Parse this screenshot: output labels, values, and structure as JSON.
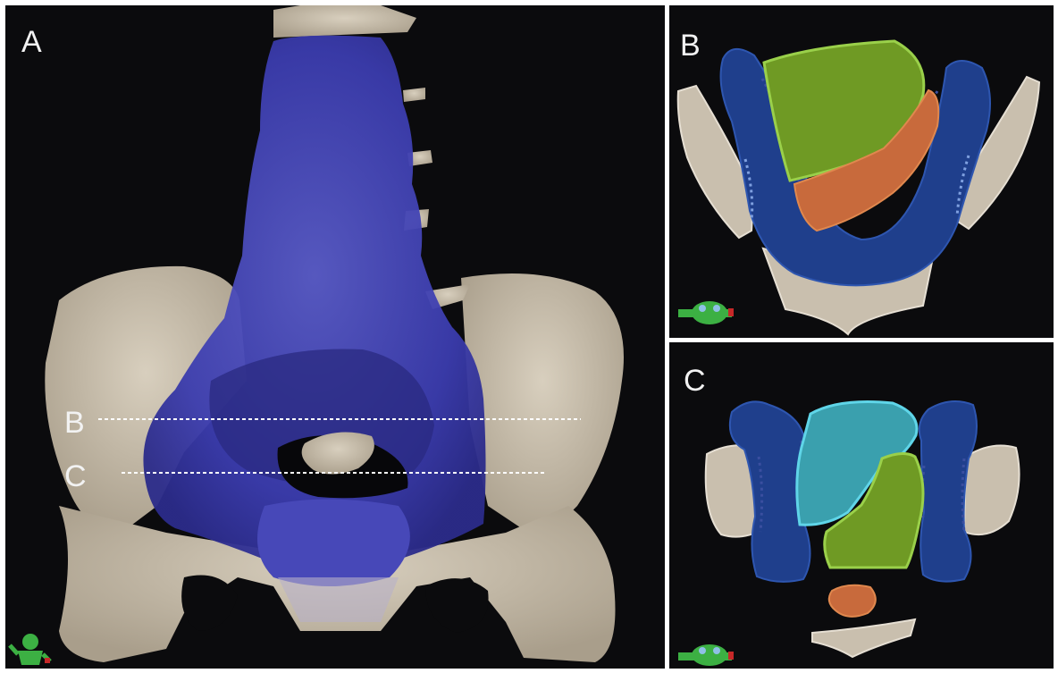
{
  "panels": {
    "a": {
      "label": "A"
    },
    "b": {
      "label": "B"
    },
    "c": {
      "label": "C"
    }
  },
  "section_lines": [
    {
      "label": "B"
    },
    {
      "label": "C"
    }
  ],
  "colors": {
    "background": "#0b0b0d",
    "bone": "#c9bfae",
    "bone_outline": "#e6dfd3",
    "mesorectal_blue": "#3e3fb0",
    "contour_blue": "#1f3f8c",
    "bladder_green": "#6f9a24",
    "rectum_orange": "#c86a3c",
    "prostate_cyan": "#3aa0ae",
    "orientation_figure": "#3cb043"
  },
  "icons": {
    "orientation_a": "orientation-figure-icon",
    "orientation_b": "orientation-head-icon",
    "orientation_c": "orientation-head-icon"
  }
}
